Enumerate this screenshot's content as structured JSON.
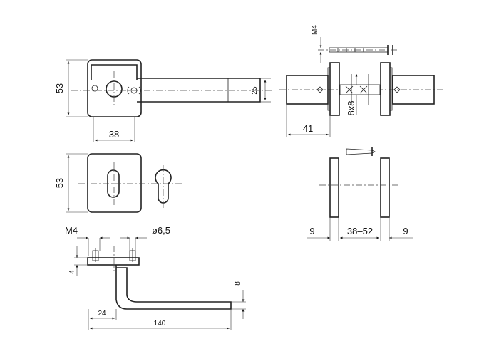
{
  "dimensions": {
    "top_rose_height": "53",
    "top_rose_width": "38",
    "lever_dia": "25",
    "key_rose_height": "53",
    "screw_label": "M4",
    "hole_dia": "ø6,5",
    "rose_thickness": "4",
    "lever_thickness": "8",
    "lever_offset": "24",
    "lever_length": "140",
    "side_screw": "M4",
    "side_spindle": "8x8",
    "side_lever": "41",
    "door_left": "9",
    "door_range": "38–52",
    "door_right": "9"
  }
}
